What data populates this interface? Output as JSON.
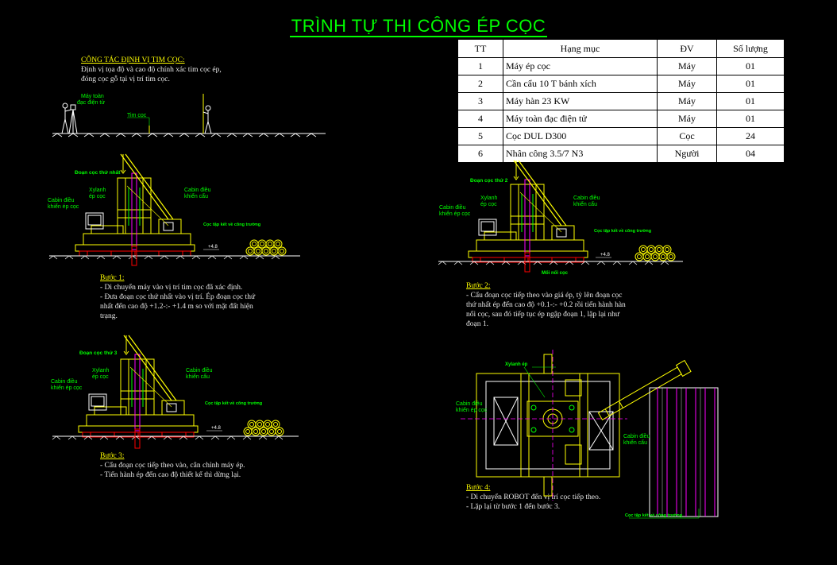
{
  "title": "TRÌNH TỰ THI CÔNG ÉP CỌC",
  "table": {
    "headers": [
      "TT",
      "Hạng mục",
      "ĐV",
      "Số lượng"
    ],
    "rows": [
      [
        "1",
        "Máy ép cọc",
        "Máy",
        "01"
      ],
      [
        "2",
        "Cần cẩu 10 T bánh xích",
        "Máy",
        "01"
      ],
      [
        "3",
        "Máy hàn 23 KW",
        "Máy",
        "01"
      ],
      [
        "4",
        "Máy toàn đạc điện tử",
        "Máy",
        "01"
      ],
      [
        "5",
        "Cọc DUL D300",
        "Cọc",
        "24"
      ],
      [
        "6",
        "Nhân công 3.5/7 N3",
        "Người",
        "04"
      ]
    ]
  },
  "survey": {
    "heading": "CÔNG TÁC ĐỊNH VỊ TIM CỌC:",
    "line1": "Định vị tọa độ và cao độ chính xác tim cọc ép,",
    "line2": "đóng cọc gỗ tại vị trí tim cọc.",
    "label_instrument_1": "Máy toàn",
    "label_instrument_2": "đạc điện tử",
    "label_center": "Tim cọc"
  },
  "labels": {
    "cabin_press_1": "Cabin điều",
    "cabin_press_2": "khiển ép cọc",
    "jack_1": "Xylanh",
    "jack_2": "ép cọc",
    "cabin_crane_1": "Cabin điều",
    "cabin_crane_2": "khiển cẩu",
    "pile_stack": "Cọc tập kết về công trường",
    "pile_seg_1": "Đoạn cọc thứ nhất",
    "pile_seg_2": "Đoạn cọc thứ 2",
    "pile_seg_3": "Đoạn cọc thứ 3",
    "joint": "Mối nối cọc",
    "cylinder": "Xylanh ép",
    "level": "+4.8"
  },
  "steps": {
    "s1_head": "Bước 1:",
    "s1_l1": "- Di chuyển máy vào vị trí tim cọc đã xác định.",
    "s1_l2": "- Đưa đoạn cọc thứ nhất vào vị trí. Ép đoạn cọc thứ",
    "s1_l3": "nhất đến cao độ +1.2-:- +1.4 m so với mặt đất hiện",
    "s1_l4": "trạng.",
    "s2_head": "Bước 2:",
    "s2_l1": "- Cẩu đoạn cọc tiếp theo vào giá ép, tỳ lên đoạn cọc",
    "s2_l2": "thứ nhất ép đến cao độ +0.1-:- +0.2 rồi tiến hành hàn",
    "s2_l3": "nối cọc, sau đó tiếp tục ép ngập đoạn 1, lặp lại như",
    "s2_l4": "đoạn 1.",
    "s3_head": "Bước 3:",
    "s3_l1": "- Cẩu đoạn cọc tiếp theo vào, cân chỉnh máy ép.",
    "s3_l2": "- Tiến hành ép đến cao độ thiết kế thì dừng lại.",
    "s4_head": "Bước 4:",
    "s4_l1": "- Di chuyển ROBOT đến vị trí cọc tiếp theo.",
    "s4_l2": "- Lặp lại từ bước 1 đến bước 3."
  },
  "colors": {
    "background": "#000000",
    "title": "#00ff00",
    "structure": "#ffff00",
    "pile": "#ff00ff",
    "cabin": "#ffffff",
    "label": "#00ff00",
    "leader": "#00ffff",
    "base": "#ff0000"
  }
}
